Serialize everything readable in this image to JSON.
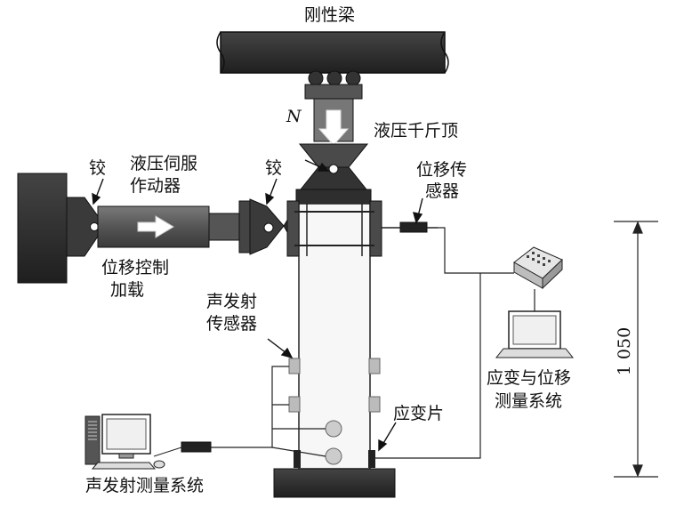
{
  "labels": {
    "rigid_beam": "刚性梁",
    "axial_force": "N",
    "hydraulic_jack": "液压千斤顶",
    "hinge_left": "铰",
    "hinge_right": "铰",
    "servo_actuator_line1": "液压伺服",
    "servo_actuator_line2": "作动器",
    "displacement_sensor_line1": "位移传",
    "displacement_sensor_line2": "感器",
    "displacement_control_line1": "位移控制",
    "displacement_control_line2": "加载",
    "ae_sensor_line1": "声发射",
    "ae_sensor_line2": "传感器",
    "strain_disp_system_line1": "应变与位移",
    "strain_disp_system_line2": "测量系统",
    "strain_gauge": "应变片",
    "ae_system": "声发射测量系统",
    "height_dimension": "1 050"
  },
  "colors": {
    "dark": "#2b2b2b",
    "mid_gray": "#5a5a5a",
    "light_gray": "#d9d9d9",
    "column_fill": "#f7f7f7",
    "line": "#222222"
  }
}
